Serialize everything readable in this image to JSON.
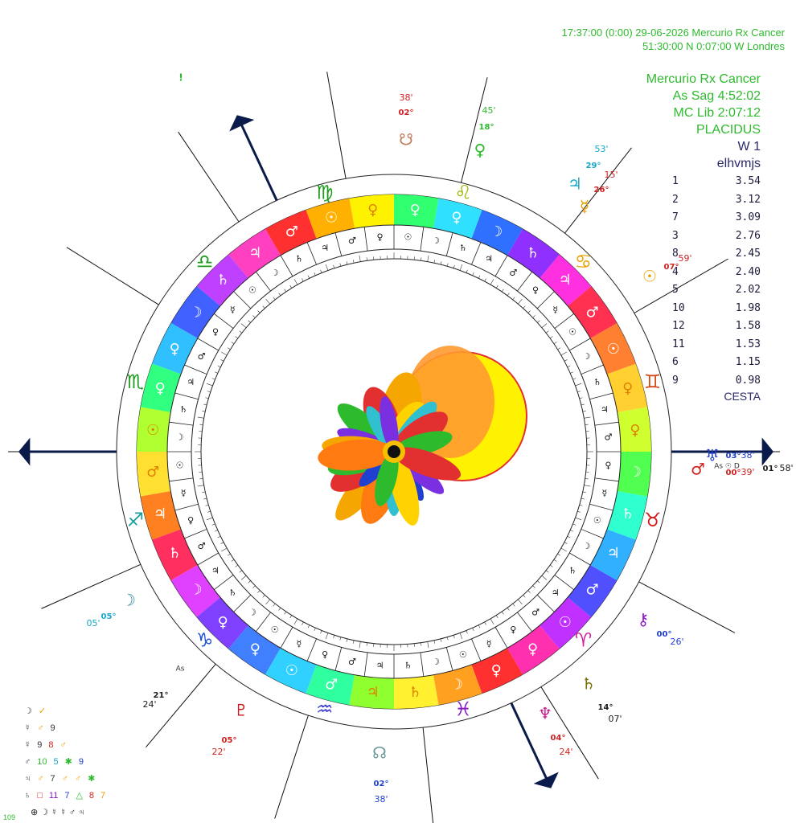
{
  "header": {
    "line1": "17:37:00 (0:00) 29-06-2026  Mercurio Rx Cancer",
    "line2": "51:30:00 N  0:07:00 W  Londres"
  },
  "info": {
    "title": "Mercurio Rx Cancer",
    "asc": "As Sag   4:52:02",
    "mc": "MC Lib   2:07:12",
    "system": "PLACIDUS",
    "w": "W 1",
    "code": "elhvmjs"
  },
  "scores": [
    {
      "house": "1",
      "value": "3.54"
    },
    {
      "house": "2",
      "value": "3.12"
    },
    {
      "house": "7",
      "value": "3.09"
    },
    {
      "house": "3",
      "value": "2.76"
    },
    {
      "house": "8",
      "value": "2.45"
    },
    {
      "house": "4",
      "value": "2.40"
    },
    {
      "house": "5",
      "value": "2.02"
    },
    {
      "house": "10",
      "value": "1.98"
    },
    {
      "house": "12",
      "value": "1.58"
    },
    {
      "house": "11",
      "value": "1.53"
    },
    {
      "house": "6",
      "value": "1.15"
    },
    {
      "house": "9",
      "value": "0.98"
    }
  ],
  "cesta": "CESTA",
  "zodiac_ring": [
    {
      "glyph": "♍",
      "color": "#1a9d1a"
    },
    {
      "glyph": "♎",
      "color": "#1a9d1a"
    },
    {
      "glyph": "♏",
      "color": "#1a9d1a"
    },
    {
      "glyph": "♐",
      "color": "#1a9d9d"
    },
    {
      "glyph": "♑",
      "color": "#1a4fd6"
    },
    {
      "glyph": "♒",
      "color": "#3a3ad6"
    },
    {
      "glyph": "♓",
      "color": "#8a1ac8"
    },
    {
      "glyph": "♈",
      "color": "#d61aa0"
    },
    {
      "glyph": "♉",
      "color": "#d61a1a"
    },
    {
      "glyph": "♊",
      "color": "#d64a1a"
    },
    {
      "glyph": "♋",
      "color": "#e8a000"
    },
    {
      "glyph": "♌",
      "color": "#9aba00"
    }
  ],
  "color_ring": [
    {
      "glyph": "♀",
      "color": "#fff200"
    },
    {
      "glyph": "☉",
      "color": "#ffb000"
    },
    {
      "glyph": "♂",
      "color": "#ff3030"
    },
    {
      "glyph": "♃",
      "color": "#ff40c0"
    },
    {
      "glyph": "♄",
      "color": "#c040ff"
    },
    {
      "glyph": "☽",
      "color": "#4060ff"
    },
    {
      "glyph": "♀",
      "color": "#30c0ff"
    },
    {
      "glyph": "♀",
      "color": "#30ff80"
    },
    {
      "glyph": "☉",
      "color": "#b0ff30"
    },
    {
      "glyph": "♂",
      "color": "#ffe030"
    },
    {
      "glyph": "♃",
      "color": "#ff8020"
    },
    {
      "glyph": "♄",
      "color": "#ff3060"
    },
    {
      "glyph": "☽",
      "color": "#e040ff"
    },
    {
      "glyph": "♀",
      "color": "#8040ff"
    },
    {
      "glyph": "♀",
      "color": "#4080ff"
    },
    {
      "glyph": "☉",
      "color": "#30d0ff"
    },
    {
      "glyph": "♂",
      "color": "#30ffa0"
    },
    {
      "glyph": "♃",
      "color": "#90ff30"
    },
    {
      "glyph": "♄",
      "color": "#fff030"
    },
    {
      "glyph": "☽",
      "color": "#ffa020"
    },
    {
      "glyph": "♀",
      "color": "#ff3030"
    },
    {
      "glyph": "♀",
      "color": "#ff30b0"
    },
    {
      "glyph": "☉",
      "color": "#c030ff"
    },
    {
      "glyph": "♂",
      "color": "#5050ff"
    },
    {
      "glyph": "♃",
      "color": "#30b0ff"
    },
    {
      "glyph": "♄",
      "color": "#30ffd0"
    },
    {
      "glyph": "☽",
      "color": "#50ff50"
    },
    {
      "glyph": "♀",
      "color": "#d0ff30"
    },
    {
      "glyph": "♀",
      "color": "#ffd030"
    },
    {
      "glyph": "☉",
      "color": "#ff8030"
    },
    {
      "glyph": "♂",
      "color": "#ff3050"
    },
    {
      "glyph": "♃",
      "color": "#ff30e0"
    },
    {
      "glyph": "♄",
      "color": "#9030ff"
    },
    {
      "glyph": "☽",
      "color": "#3070ff"
    },
    {
      "glyph": "♀",
      "color": "#30e0ff"
    },
    {
      "glyph": "♀",
      "color": "#30ff70"
    }
  ],
  "outer_labels": [
    {
      "glyph": "☋",
      "color": "#c08060",
      "deg": "02°",
      "min": "38'",
      "degColor": "#d02020",
      "minColor": "#d02020"
    },
    {
      "glyph": "♀",
      "color": "#2dbb2d",
      "deg": "18°",
      "min": "45'",
      "degColor": "#2dbb2d",
      "minColor": "#2dbb2d"
    },
    {
      "glyph": "♃",
      "color": "#19a7c9",
      "deg": "29°",
      "min": "53'",
      "degColor": "#19a7c9",
      "minColor": "#19a7c9"
    },
    {
      "glyph": "☿",
      "color": "#e8a000",
      "deg": "26°",
      "min": "15'",
      "degColor": "#d02020",
      "minColor": "#d02020"
    },
    {
      "glyph": "☉",
      "color": "#e8a000",
      "deg": "07°",
      "min": "59'",
      "degColor": "#d02020",
      "minColor": "#d02020"
    },
    {
      "glyph": "♅",
      "color": "#2040d0",
      "deg": "03°",
      "min": "38'",
      "degColor": "#2040d0",
      "minColor": "#2040d0"
    },
    {
      "glyph": "♂",
      "color": "#d02020",
      "deg": "00°",
      "min": "39'",
      "degColor": "#d02020",
      "minColor": "#d02020"
    },
    {
      "glyph": "⚷",
      "color": "#8a1ac8",
      "deg": "00°",
      "min": "26'",
      "degColor": "#2040d0",
      "minColor": "#2040d0"
    },
    {
      "glyph": "♄",
      "color": "#7a6a00",
      "deg": "14°",
      "min": "07'",
      "degColor": "#1a1a1a",
      "minColor": "#1a1a1a"
    },
    {
      "glyph": "♆",
      "color": "#c81a8a",
      "deg": "04°",
      "min": "24'",
      "degColor": "#d02020",
      "minColor": "#d02020"
    },
    {
      "glyph": "☊",
      "color": "#6a9a9a",
      "deg": "02°",
      "min": "38'",
      "degColor": "#2040d0",
      "minColor": "#2040d0"
    },
    {
      "glyph": "♇",
      "color": "#c81a1a",
      "deg": "05°",
      "min": "22'",
      "degColor": "#d02020",
      "minColor": "#d02020"
    },
    {
      "glyph": "☽",
      "color": "#2a8a9a",
      "deg": "05°",
      "min": "05'",
      "degColor": "#19a7c9",
      "minColor": "#19a7c9"
    }
  ],
  "asc_label": {
    "deg": "01°",
    "min": "58'",
    "extra_deg": "21°",
    "extra_min": "24'"
  },
  "asc_marks": {
    "near_asc": "As ☉ D",
    "lower": "As"
  },
  "legend": [
    {
      "label": "☽",
      "items": [
        {
          "t": "✓",
          "c": "#e8a000"
        }
      ]
    },
    {
      "label": "☿",
      "items": [
        {
          "t": "♂",
          "c": "#e8a000"
        },
        {
          "t": "9",
          "c": "#333"
        }
      ]
    },
    {
      "label": "☿",
      "items": [
        {
          "t": "9",
          "c": "#333"
        },
        {
          "t": "8",
          "c": "#d02020"
        },
        {
          "t": "♂",
          "c": "#e8a000"
        }
      ]
    },
    {
      "label": "♂",
      "items": [
        {
          "t": "10",
          "c": "#2dbb2d"
        },
        {
          "t": "5",
          "c": "#19a7c9"
        },
        {
          "t": "✱",
          "c": "#2dbb2d"
        },
        {
          "t": "9",
          "c": "#2040d0"
        }
      ]
    },
    {
      "label": "♃",
      "items": [
        {
          "t": "♂",
          "c": "#e8a000"
        },
        {
          "t": "7",
          "c": "#333"
        },
        {
          "t": "♂",
          "c": "#e8a000"
        },
        {
          "t": "♂",
          "c": "#e8a000"
        },
        {
          "t": "✱",
          "c": "#2dbb2d"
        }
      ]
    },
    {
      "label": "♄",
      "items": [
        {
          "t": "□",
          "c": "#d02020"
        },
        {
          "t": "11",
          "c": "#8a1ac8"
        },
        {
          "t": "7",
          "c": "#2040d0"
        },
        {
          "t": "△",
          "c": "#2dbb2d"
        },
        {
          "t": "8",
          "c": "#d02020"
        },
        {
          "t": "7",
          "c": "#e8a000"
        }
      ]
    },
    {
      "label": "",
      "items": [
        {
          "t": "⊕ ☽ ☿ ☿ ♂ ♃",
          "c": "#222"
        }
      ]
    }
  ],
  "page_number": "109",
  "tick_top_symbol": "!"
}
